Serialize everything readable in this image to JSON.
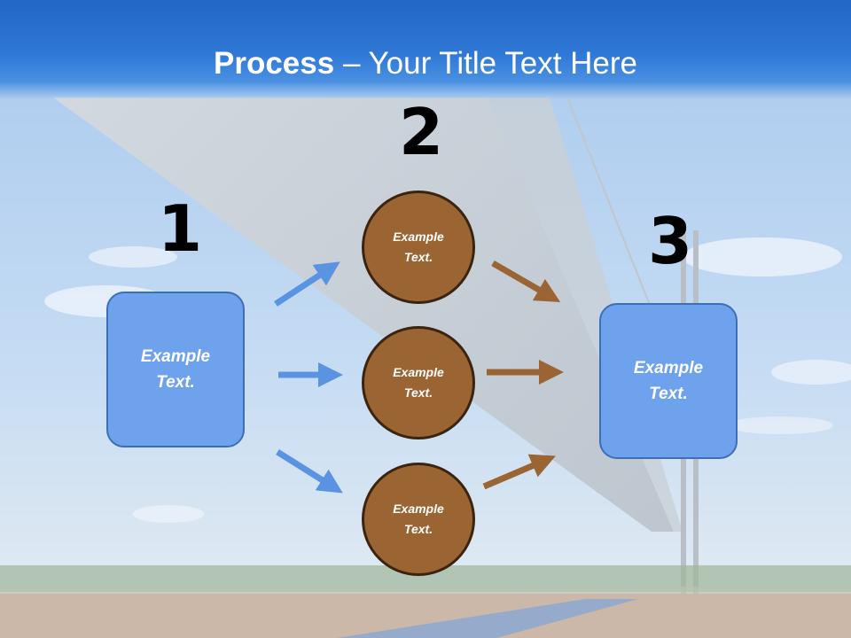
{
  "slide": {
    "title_bold": "Process",
    "title_rest": " – Your Title Text Here"
  },
  "steps": [
    {
      "number": "1",
      "text": "Example\nText."
    },
    {
      "number": "2",
      "text": "Example\nText."
    },
    {
      "number": "3",
      "text": "Example\nText."
    }
  ],
  "circles": [
    {
      "text": "Example\nText."
    },
    {
      "text": "Example\nText."
    },
    {
      "text": "Example\nText."
    }
  ],
  "colors": {
    "header": "#2f78d6",
    "box": "#6ea2ec",
    "circle": "#9a6433",
    "blue_arrow": "#5b93e3",
    "brown_arrow": "#9a6433"
  }
}
